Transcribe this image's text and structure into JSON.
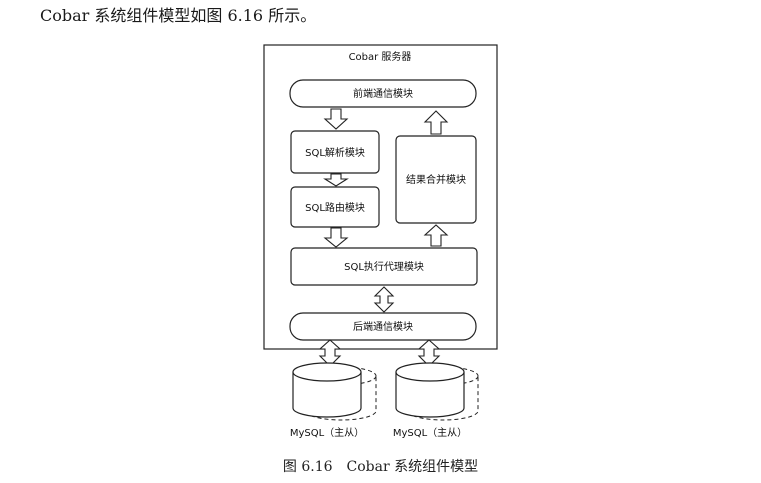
{
  "intro_text": "Cobar 系统组件模型如图 6.16 所示。",
  "caption": "图 6.16　Cobar 系统组件模型",
  "diagram": {
    "server_label": "Cobar 服务器",
    "front_comm": "前端通信模块",
    "sql_parse": "SQL解析模块",
    "sql_route": "SQL路由模块",
    "result_merge": "结果合并模块",
    "sql_exec_proxy": "SQL执行代理模块",
    "back_comm": "后端通信模块",
    "db_left": "MySQL（主从）",
    "db_right": "MySQL（主从）"
  }
}
